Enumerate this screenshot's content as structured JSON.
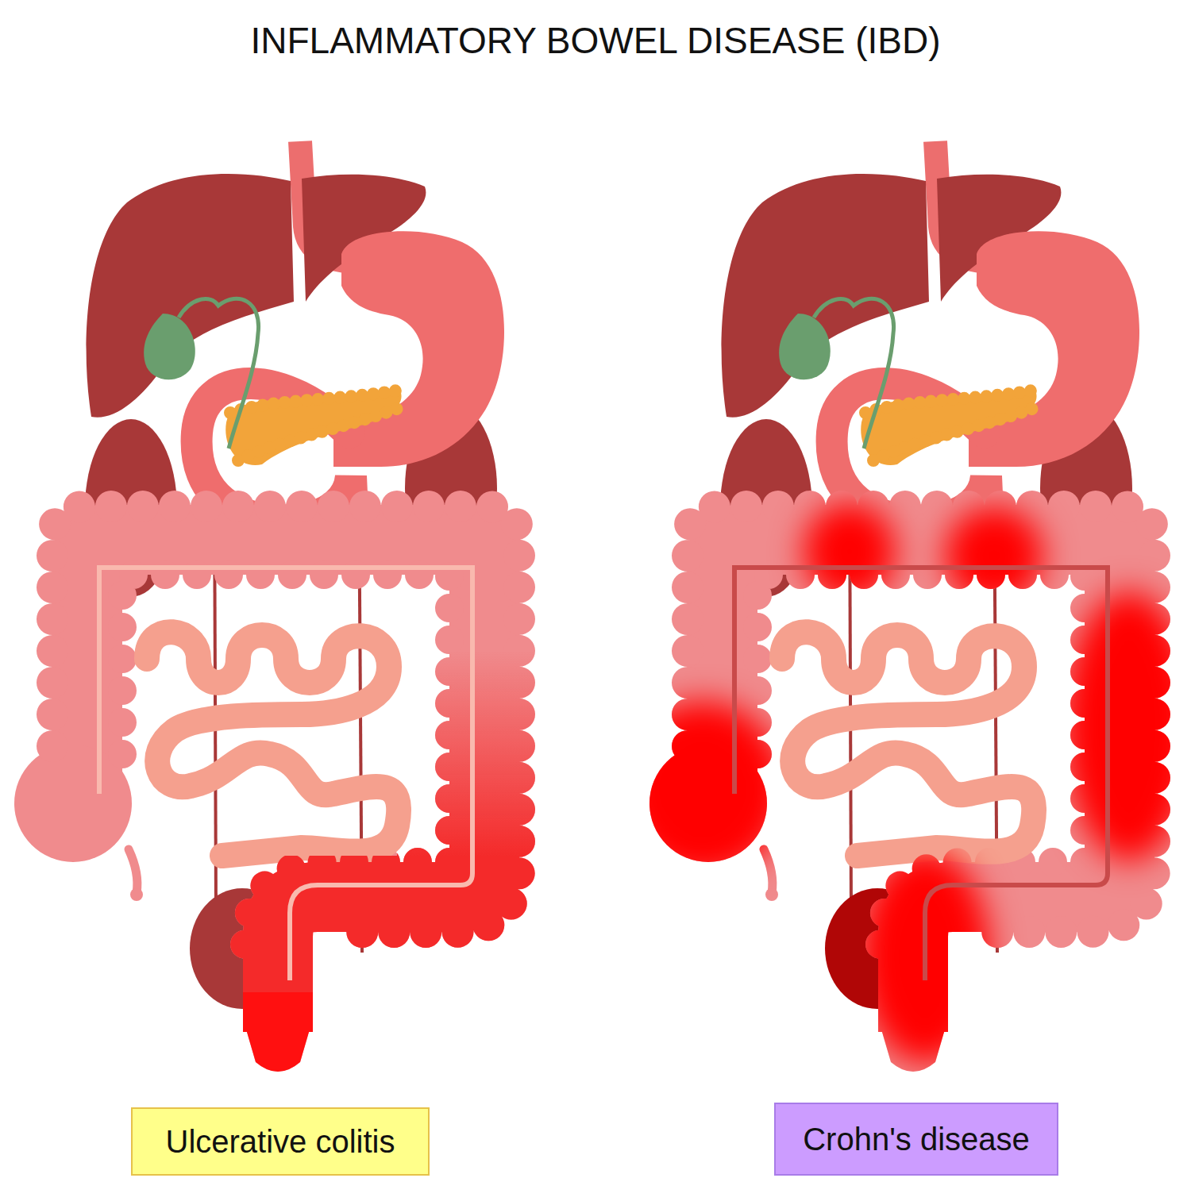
{
  "diagram": {
    "title": "INFLAMMATORY BOWEL DISEASE (IBD)",
    "nodes": [
      {
        "text": [
          "Ulcerative colitis"
        ]
      },
      {
        "text": [
          "Crohn's disease"
        ]
      }
    ]
  }
}
